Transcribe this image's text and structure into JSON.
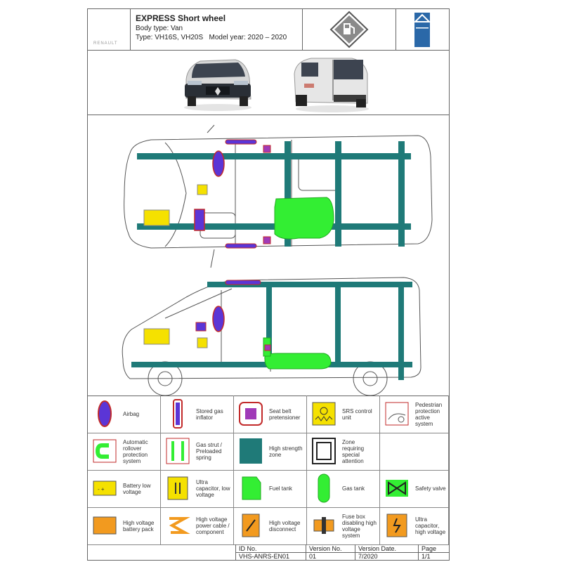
{
  "header": {
    "title": "EXPRESS Short wheel",
    "body_type": "Body type: Van",
    "type_line": "Type: VH16S, VH20S",
    "model_year": "Model year: 2020 – 2020",
    "logo_text": "RENAULT"
  },
  "colors": {
    "frame": "#1f7a78",
    "airbag": "#5b35d6",
    "airbag_border": "#c22a2a",
    "fuel_tank": "#33ee33",
    "battery": "#f5e100",
    "hv_orange": "#f29a1f",
    "brand_blue": "#1f5a8c"
  },
  "legend": [
    {
      "icon": "airbag-icon",
      "label": "Airbag"
    },
    {
      "icon": "stored-gas-inflator-icon",
      "label": "Stored gas inflator"
    },
    {
      "icon": "seat-belt-pretensioner-icon",
      "label": "Seat belt pretensioner"
    },
    {
      "icon": "srs-control-unit-icon",
      "label": "SRS control unit"
    },
    {
      "icon": "pedestrian-protection-icon",
      "label": "Pedestrian protection active system"
    },
    {
      "icon": "rollover-protection-icon",
      "label": "Automatic rollover protection system"
    },
    {
      "icon": "gas-strut-icon",
      "label": "Gas strut / Preloaded spring"
    },
    {
      "icon": "high-strength-zone-icon",
      "label": "High strength zone"
    },
    {
      "icon": "zone-special-attention-icon",
      "label": "Zone requiring special attention"
    },
    {
      "icon": "empty-icon",
      "label": ""
    },
    {
      "icon": "battery-low-voltage-icon",
      "label": "Battery low voltage"
    },
    {
      "icon": "ultracapacitor-low-voltage-icon",
      "label": "Ultra capacitor, low voltage"
    },
    {
      "icon": "fuel-tank-icon",
      "label": "Fuel tank"
    },
    {
      "icon": "gas-tank-icon",
      "label": "Gas tank"
    },
    {
      "icon": "safety-valve-icon",
      "label": "Safety valve"
    },
    {
      "icon": "hv-battery-pack-icon",
      "label": "High voltage battery pack"
    },
    {
      "icon": "hv-power-cable-icon",
      "label": "High voltage power cable / component"
    },
    {
      "icon": "hv-disconnect-icon",
      "label": "High voltage disconnect"
    },
    {
      "icon": "fuse-box-icon",
      "label": "Fuse box disabling high voltage system"
    },
    {
      "icon": "ultracapacitor-hv-icon",
      "label": "Ultra capacitor, high voltage"
    }
  ],
  "footer": {
    "id_label": "ID No.",
    "id_value": "VHS-ANRS-EN01",
    "version_label": "Version No.",
    "version_value": "01",
    "date_label": "Version Date.",
    "date_value": "7/2020",
    "page_label": "Page",
    "page_value": "1/1"
  }
}
